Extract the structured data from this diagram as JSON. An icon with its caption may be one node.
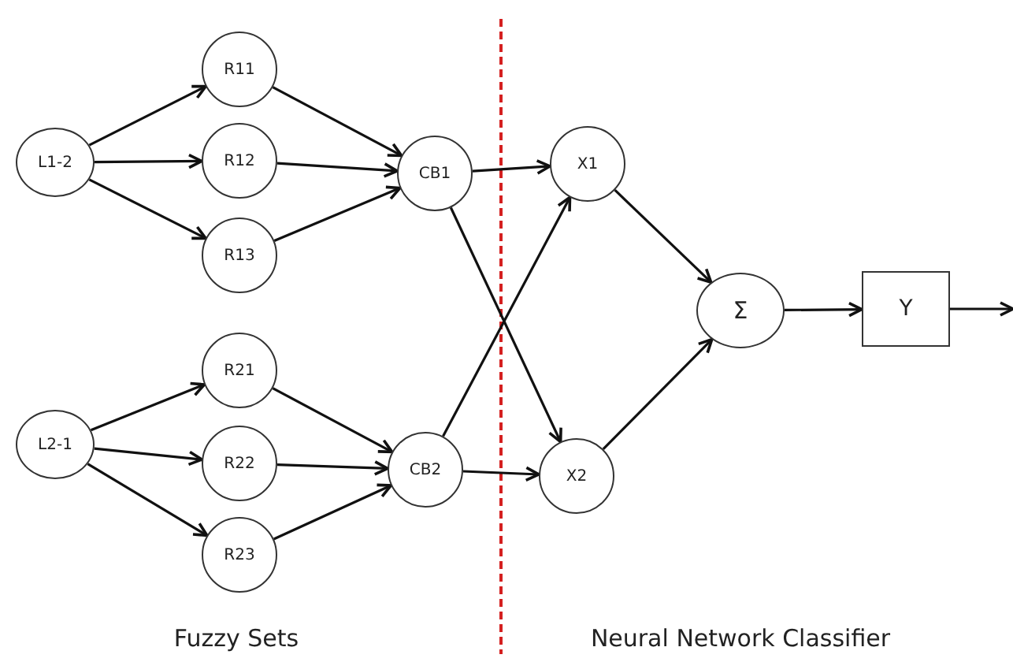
{
  "diagram": {
    "nodes": [
      {
        "text": [
          "L1-2"
        ]
      },
      {
        "text": [
          "R11"
        ]
      },
      {
        "text": [
          "R12"
        ]
      },
      {
        "text": [
          "R13"
        ]
      },
      {
        "text": [
          "CB1"
        ]
      },
      {
        "text": [
          "L2-1"
        ]
      },
      {
        "text": [
          "R21"
        ]
      },
      {
        "text": [
          "R22"
        ]
      },
      {
        "text": [
          "R23"
        ]
      },
      {
        "text": [
          "CB2"
        ]
      },
      {
        "text": [
          "X1"
        ]
      },
      {
        "text": [
          "X2"
        ]
      },
      {
        "text": [
          "Σ"
        ]
      },
      {
        "text": [
          "Y"
        ]
      }
    ],
    "edges": [
      {
        "from": 0,
        "to": 1,
        "arrow": "to"
      },
      {
        "from": 0,
        "to": 2,
        "arrow": "to"
      },
      {
        "from": 0,
        "to": 3,
        "arrow": "to"
      },
      {
        "from": 1,
        "to": 4,
        "arrow": "to"
      },
      {
        "from": 2,
        "to": 4,
        "arrow": "to"
      },
      {
        "from": 3,
        "to": 4,
        "arrow": "to"
      },
      {
        "from": 5,
        "to": 6,
        "arrow": "to"
      },
      {
        "from": 5,
        "to": 7,
        "arrow": "to"
      },
      {
        "from": 5,
        "to": 8,
        "arrow": "to"
      },
      {
        "from": 6,
        "to": 9,
        "arrow": "to"
      },
      {
        "from": 7,
        "to": 9,
        "arrow": "to"
      },
      {
        "from": 8,
        "to": 9,
        "arrow": "to"
      },
      {
        "from": 4,
        "to": 10,
        "arrow": "to"
      },
      {
        "from": 4,
        "to": 11,
        "arrow": "to"
      },
      {
        "from": 9,
        "to": 10,
        "arrow": "to"
      },
      {
        "from": 9,
        "to": 11,
        "arrow": "to"
      },
      {
        "from": 10,
        "to": 12,
        "arrow": "to"
      },
      {
        "from": 11,
        "to": 12,
        "arrow": "to"
      },
      {
        "from": 12,
        "to": 13,
        "arrow": "to"
      },
      {
        "from": 13,
        "to": null,
        "arrow": "to"
      }
    ],
    "labels": [
      "Fuzzy Sets",
      "Neural Network Classifier"
    ]
  }
}
